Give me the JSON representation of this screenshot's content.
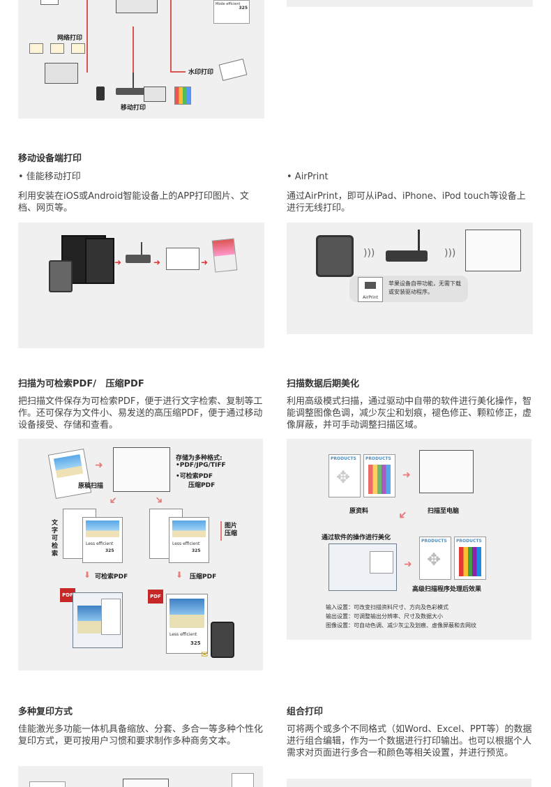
{
  "top_panel": {
    "labels": {
      "network_print": "网络打印",
      "watermark_print": "水印打印",
      "mobile_print": "移动打印",
      "sheet_title": "Mode efficient",
      "sheet_number": "325"
    }
  },
  "section_mobile": {
    "title": "移动设备端打印",
    "left": {
      "bullet": "• 佳能移动打印",
      "body": "利用安装在iOS或Android智能设备上的APP打印图片、文档、网页等。"
    },
    "right": {
      "bullet": "• AirPrint",
      "body": "通过AirPrint，即可从iPad、iPhone、iPod touch等设备上进行无线打印。",
      "callout": "苹果设备自带功能，无需下载或安装驱动程序。",
      "airprint_icon": "AirPrint"
    }
  },
  "section_scan_pdf": {
    "title": "扫描为可检索PDF/   压缩PDF",
    "body": "把扫描文件保存为可检索PDF，便于进行文字检索、复制等工作。还可保存为文件小、易发送的高压缩PDF，便于通过移动设备接受、存储和查看。",
    "labels": {
      "formats_title": "存储为多种格式:",
      "format_1": "•PDF/JPG/TIFF",
      "format_2": "•可检索PDF",
      "format_3": "压缩PDF",
      "original_scan": "原稿扫描",
      "text_search": "文字可检索",
      "image_compress": "图片压缩",
      "searchable_pdf": "可检索PDF",
      "compressed_pdf": "压缩PDF",
      "doc_title": "Less efficient",
      "doc_number": "325",
      "pdf_badge": "PDF"
    }
  },
  "section_scan_beautify": {
    "title": "扫描数据后期美化",
    "body": "利用高级模式扫描，通过驱动中自带的软件进行美化操作，智能调整图像色调，减少灰尘和划痕，褪色修正、颗粒修正，虚像屏蔽，并可手动调整扫描区域。",
    "labels": {
      "products": "PRODUCTS",
      "source": "原资料",
      "scan_to_pc": "扫描至电脑",
      "via_software": "通过软件的操作进行美化",
      "result": "高级扫描程序处理后效果",
      "input_setting": "输入设置：可改变扫描资料尺寸、方向及色彩模式",
      "output_setting": "输出设置：可调整输出分辨率、尺寸及数据大小",
      "image_setting": "图像设置：可自动色调、减少灰尘及划痕、虚像屏蔽和去网纹"
    }
  },
  "section_copy": {
    "title": "多种复印方式",
    "body": "佳能激光多功能一体机具备缩放、分套、多合一等多种个性化复印方式，更可按用户习惯和要求制作多种商务文本。"
  },
  "section_combine": {
    "title": "组合打印",
    "body": "可将两个或多个不同格式（如Word、Excel、PPT等）的数据进行组合编辑，作为一个数据进行打印输出。也可以根据个人需求对页面进行多合一和颜色等相关设置，并进行预览。"
  },
  "colors": {
    "accent_red": "#d9534f",
    "panel_gray": "#f0f0f0",
    "arrow_pink": "#e87a7a",
    "heading": "#333333"
  }
}
